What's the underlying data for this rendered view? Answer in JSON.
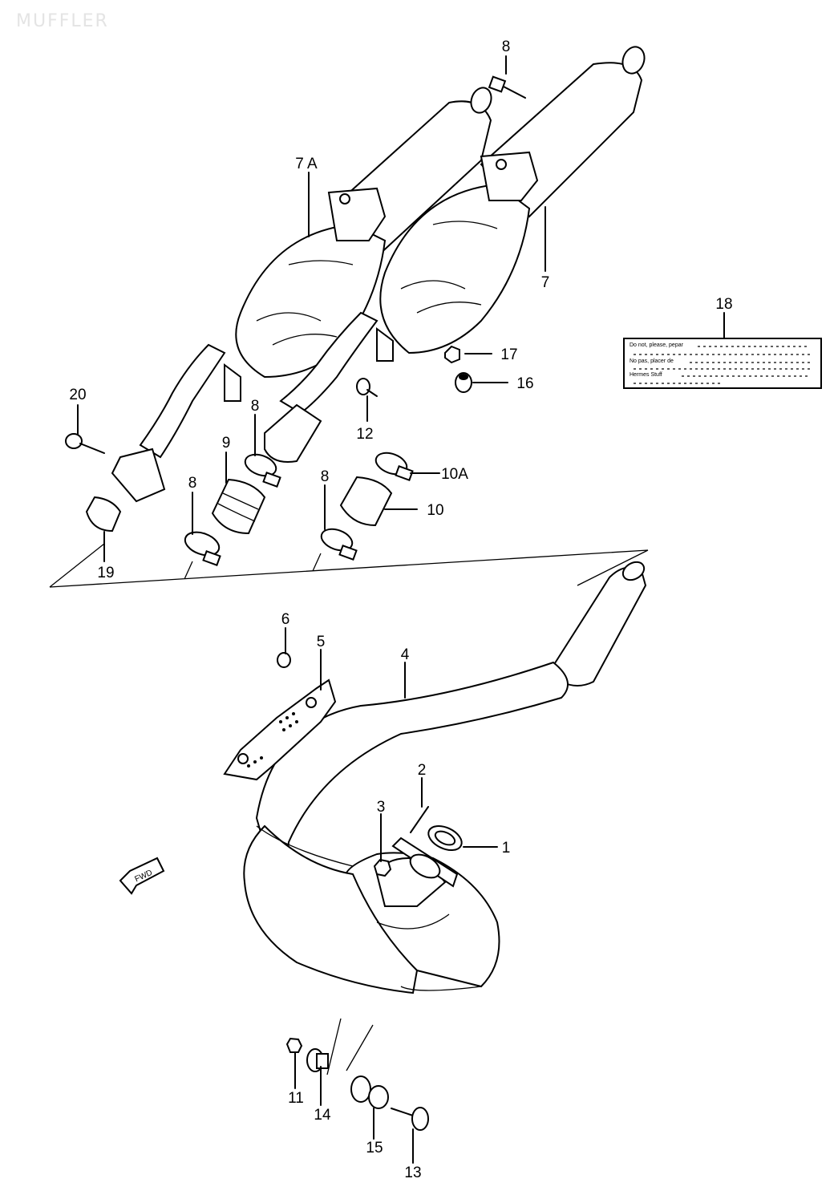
{
  "watermark": "MUFFLER",
  "callouts": [
    {
      "id": "c1",
      "text": "1"
    },
    {
      "id": "c2",
      "text": "2"
    },
    {
      "id": "c3",
      "text": "3"
    },
    {
      "id": "c4",
      "text": "4"
    },
    {
      "id": "c5",
      "text": "5"
    },
    {
      "id": "c6",
      "text": "6"
    },
    {
      "id": "c7",
      "text": "7"
    },
    {
      "id": "c7a",
      "text": "7 A"
    },
    {
      "id": "c8a",
      "text": "8"
    },
    {
      "id": "c8b",
      "text": "8"
    },
    {
      "id": "c8c",
      "text": "8"
    },
    {
      "id": "c8d",
      "text": "8"
    },
    {
      "id": "c9",
      "text": "9"
    },
    {
      "id": "c10",
      "text": "10"
    },
    {
      "id": "c10a",
      "text": "10A"
    },
    {
      "id": "c11",
      "text": "11"
    },
    {
      "id": "c12",
      "text": "12"
    },
    {
      "id": "c13",
      "text": "13"
    },
    {
      "id": "c14",
      "text": "14"
    },
    {
      "id": "c15",
      "text": "15"
    },
    {
      "id": "c16",
      "text": "16"
    },
    {
      "id": "c17",
      "text": "17"
    },
    {
      "id": "c18",
      "text": "18"
    },
    {
      "id": "c19",
      "text": "19"
    },
    {
      "id": "c20",
      "text": "20"
    }
  ],
  "warning_label": {
    "lines": [
      "Do not, please, pepar",
      "No pas, placer de",
      "Hermes Stuff"
    ]
  },
  "direction_arrow": {
    "text": "FWD"
  }
}
